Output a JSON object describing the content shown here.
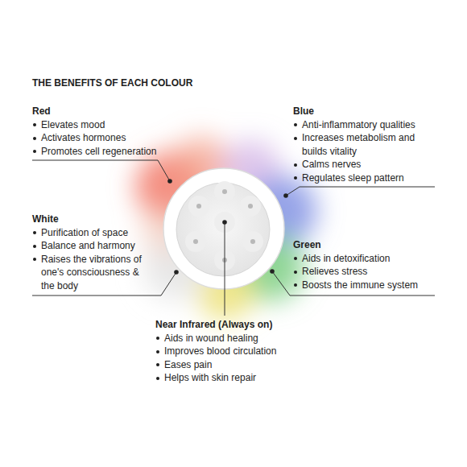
{
  "diagram": {
    "title": "THE BENEFITS OF EACH COLOUR",
    "labels": [
      "Red",
      "Elevates mood",
      "Activates hormones",
      "Promotes cell regeneration",
      "Blue",
      "Anti-inflammatory qualities",
      "Increases metabolism and builds vitality",
      "Calms nerves",
      "Regulates sleep pattern",
      "White",
      "Purification of space",
      "Balance and harmony",
      "Raises the vibrations of one's consciousness & the body",
      "Green",
      "Aids in detoxification",
      "Relieves stress",
      "Boosts the immune system",
      "Near Infrared (Always on)",
      "Aids in wound healing",
      "Improves blood circulation",
      "Eases pain",
      "Helps with skin repair"
    ]
  }
}
